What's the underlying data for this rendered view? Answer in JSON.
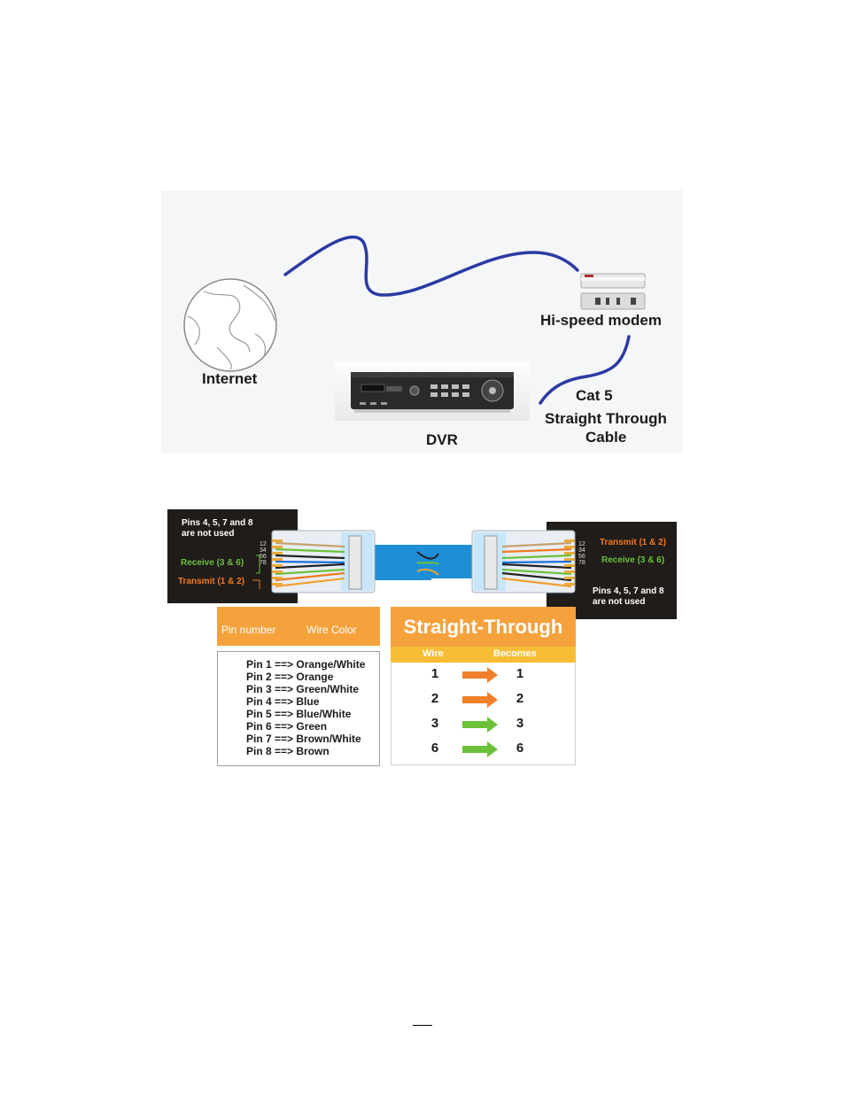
{
  "network": {
    "internet_label": "Internet",
    "dvr_label": "DVR",
    "modem_label": "Hi-speed modem",
    "cable_label_line1": "Cat 5",
    "cable_label_line2": "Straight Through",
    "cable_label_line3": "Cable"
  },
  "wiring": {
    "left_note_line1": "Pins 4, 5, 7 and 8",
    "left_note_line2": "are not used",
    "left_receive": "Receive (3 & 6)",
    "left_transmit": "Transmit (1 & 2)",
    "right_transmit": "Transmit (1 & 2)",
    "right_receive": "Receive (3 & 6)",
    "right_note_line1": "Pins 4, 5, 7 and 8",
    "right_note_line2": "are not used",
    "pin_numbers": "12345678"
  },
  "pin_table": {
    "header_pin": "Pin number",
    "header_color": "Wire Color",
    "rows": [
      "Pin 1 ==> Orange/White",
      "Pin 2 ==> Orange",
      "Pin 3 ==> Green/White",
      "Pin 4 ==> Blue",
      "Pin 5 ==> Blue/White",
      "Pin 6 ==> Green",
      "Pin 7 ==> Brown/White",
      "Pin 8 ==> Brown"
    ]
  },
  "straight_through": {
    "title": "Straight-Through",
    "col_wire": "Wire",
    "col_becomes": "Becomes",
    "rows": [
      {
        "wire": "1",
        "becomes": "1",
        "arrow_color": "#f0802a"
      },
      {
        "wire": "2",
        "becomes": "2",
        "arrow_color": "#f0802a"
      },
      {
        "wire": "3",
        "becomes": "3",
        "arrow_color": "#6cc13a"
      },
      {
        "wire": "6",
        "becomes": "6",
        "arrow_color": "#6cc13a"
      }
    ]
  },
  "colors": {
    "cable_blue": "#2b3aa3",
    "table_orange": "#f5a23d",
    "table_yellow": "#f7be35",
    "panel_dark": "#1f1c1a"
  }
}
